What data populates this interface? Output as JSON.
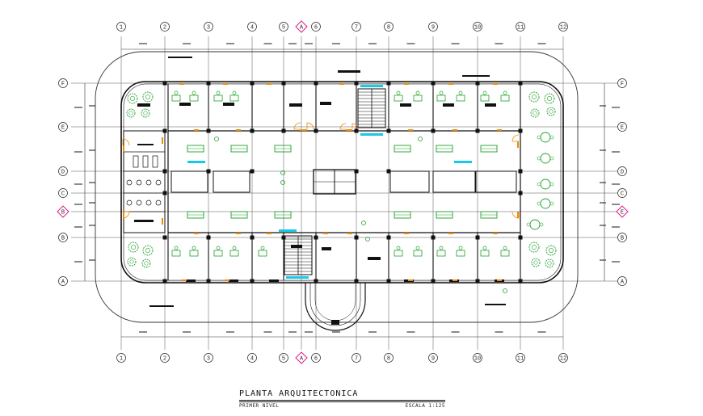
{
  "drawing": {
    "title": "PLANTA ARQUITECTONICA",
    "subtitle": "PRIMER NIVEL",
    "scale": "ESCALA 1:125"
  },
  "grid": {
    "columns": [
      "1",
      "2",
      "3",
      "4",
      "5",
      "A",
      "6",
      "7",
      "8",
      "9",
      "10",
      "11",
      "12"
    ],
    "rows_left": [
      "F",
      "E",
      "D",
      "C",
      "B",
      "B",
      "A"
    ],
    "rows_right": [
      "F",
      "E",
      "D",
      "C",
      "E",
      "B",
      "A"
    ],
    "highlight_color": "#e01b8c"
  },
  "colors": {
    "linework": "#111111",
    "furniture": "#1fa02a",
    "doors": "#f08a00",
    "accent_cyan": "#18c8e8",
    "dimension_gray": "#8a8a8a"
  }
}
